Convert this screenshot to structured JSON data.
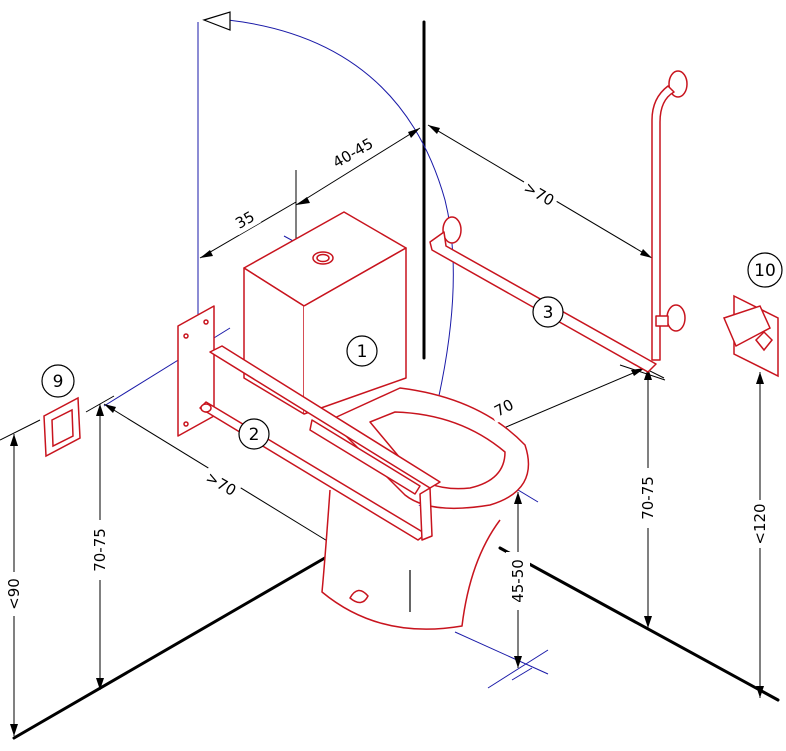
{
  "colors": {
    "fixture": "#c8141e",
    "dimension": "#000000",
    "construction": "#1a1aa8",
    "background": "#ffffff"
  },
  "dimensions": {
    "d_40_45": "40-45",
    "d_35": "35",
    "d_gt70_back": ">70",
    "d_70_front": "70",
    "d_gt70_left": ">70",
    "d_lt90": "<90",
    "d_70_75_left": "70-75",
    "d_45_50": "45-50",
    "d_70_75_right": "70-75",
    "d_lt120": "<120"
  },
  "callouts": {
    "c1": "1",
    "c2": "2",
    "c3": "3",
    "c9": "9",
    "c10": "10"
  },
  "icons": [
    "toilet-icon",
    "grab-bar-icon",
    "wall-switch-icon",
    "soap-dispenser-icon",
    "arrow-head-icon"
  ]
}
